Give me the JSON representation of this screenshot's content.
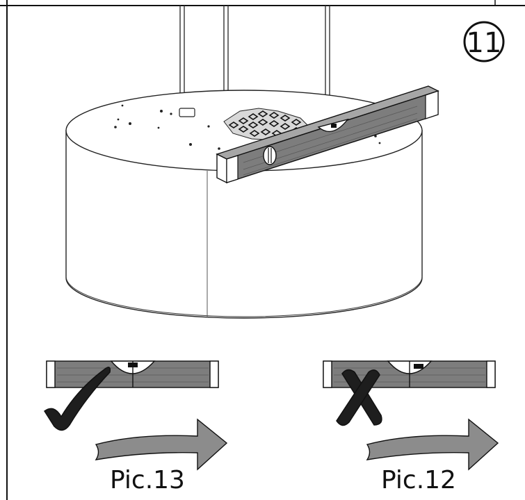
{
  "step": {
    "number": "11"
  },
  "panels": [
    {
      "label": "Pic.13",
      "status": "correct"
    },
    {
      "label": "Pic.12",
      "status": "incorrect"
    }
  ],
  "colors": {
    "line": "#111111",
    "level_body": "#7d7d7d",
    "level_dark": "#5a5a5a",
    "arrow_fill": "#8c8c8c",
    "mark": "#1e1e1e",
    "hood_fill": "#ffffff"
  },
  "icons": {
    "check": "check-mark-icon",
    "cross": "x-mark-icon",
    "arrow": "direction-arrow-icon"
  }
}
